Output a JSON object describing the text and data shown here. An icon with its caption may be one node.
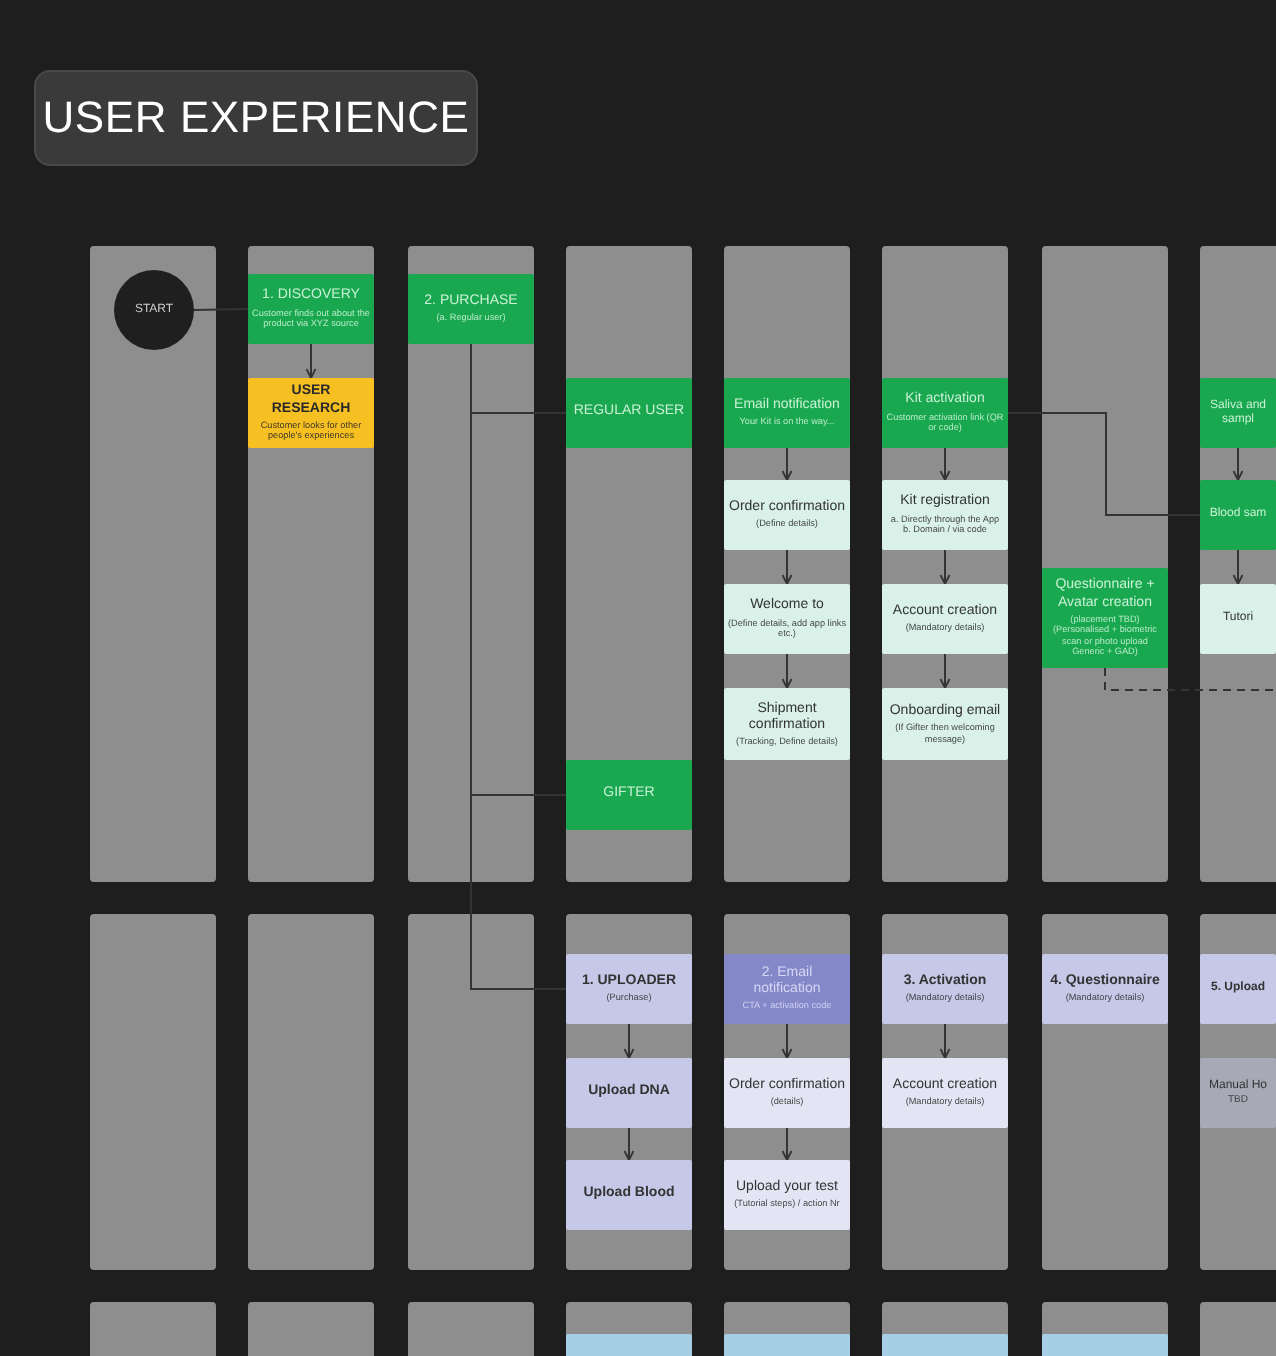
{
  "diagram": {
    "title": "USER EXPERIENCE",
    "nodes": [
      {
        "text": [
          "START"
        ]
      },
      {
        "text": [
          "1. DISCOVERY",
          "Customer finds out about the product via XYZ source"
        ]
      },
      {
        "text": [
          "USER RESEARCH",
          "Customer looks for other people's experiences"
        ]
      },
      {
        "text": [
          "2. PURCHASE",
          "(a. Regular user)"
        ]
      },
      {
        "text": [
          "REGULAR USER"
        ]
      },
      {
        "text": [
          "GIFTER"
        ]
      },
      {
        "text": [
          "Email notification",
          "Your Kit is on the way..."
        ]
      },
      {
        "text": [
          "Order confirmation",
          "(Define details)"
        ]
      },
      {
        "text": [
          "Welcome to",
          "(Define details, add app links etc.)"
        ]
      },
      {
        "text": [
          "Shipment confirmation",
          "(Tracking, Define details)"
        ]
      },
      {
        "text": [
          "Kit activation",
          "Customer activation link (QR or code)"
        ]
      },
      {
        "text": [
          "Kit registration",
          "a. Directly through the App b. Domain / via code"
        ]
      },
      {
        "text": [
          "Account creation",
          "(Mandatory details)"
        ]
      },
      {
        "text": [
          "Onboarding email",
          "(If Gifter then welcoming message)"
        ]
      },
      {
        "text": [
          "Questionnaire + Avatar creation",
          "(placement TBD) (Personalised + biometric scan or photo upload Generic + GAD)"
        ]
      },
      {
        "text": [
          "Saliva and sampl"
        ]
      },
      {
        "text": [
          "Blood sam"
        ]
      },
      {
        "text": [
          "Tutori"
        ]
      },
      {
        "text": [
          "1. UPLOADER",
          "(Purchase)"
        ]
      },
      {
        "text": [
          "Upload DNA"
        ]
      },
      {
        "text": [
          "Upload Blood"
        ]
      },
      {
        "text": [
          "2. Email notification",
          "CTA + activation code"
        ]
      },
      {
        "text": [
          "Order confirmation",
          "(details)"
        ]
      },
      {
        "text": [
          "Upload your test",
          "(Tutorial steps) / action Nr"
        ]
      },
      {
        "text": [
          "3. Activation",
          "(Mandatory details)"
        ]
      },
      {
        "text": [
          "Account creation",
          "(Mandatory details)"
        ]
      },
      {
        "text": [
          "4. Questionnaire",
          "(Mandatory details)"
        ]
      },
      {
        "text": [
          "5. Upload"
        ]
      },
      {
        "text": [
          "Manual Ho",
          "TBD"
        ]
      },
      {
        "text": [],
        "shape": "box"
      },
      {
        "text": [],
        "shape": "box"
      },
      {
        "text": [],
        "shape": "box"
      },
      {
        "text": [],
        "shape": "box"
      }
    ],
    "edges": [
      {
        "from": 0,
        "to": 1,
        "arrow": "none"
      },
      {
        "from": 1,
        "to": 2,
        "arrow": "to"
      },
      {
        "from": 3,
        "to": 4,
        "arrow": "none"
      },
      {
        "from": 3,
        "to": 5,
        "arrow": "none"
      },
      {
        "from": 3,
        "to": 18,
        "arrow": "none"
      },
      {
        "from": 6,
        "to": 7,
        "arrow": "to"
      },
      {
        "from": 7,
        "to": 8,
        "arrow": "to"
      },
      {
        "from": 8,
        "to": 9,
        "arrow": "to"
      },
      {
        "from": 10,
        "to": 11,
        "arrow": "to"
      },
      {
        "from": 11,
        "to": 12,
        "arrow": "to"
      },
      {
        "from": 12,
        "to": 13,
        "arrow": "to"
      },
      {
        "from": 10,
        "to": 16,
        "arrow": "none"
      },
      {
        "from": 14,
        "to": null,
        "arrow": "none",
        "style": "dashed"
      },
      {
        "from": 15,
        "to": 16,
        "arrow": "to"
      },
      {
        "from": 16,
        "to": 17,
        "arrow": "to"
      },
      {
        "from": 18,
        "to": 19,
        "arrow": "to"
      },
      {
        "from": 19,
        "to": 20,
        "arrow": "to"
      },
      {
        "from": 21,
        "to": 22,
        "arrow": "to"
      },
      {
        "from": 22,
        "to": 23,
        "arrow": "to"
      },
      {
        "from": 24,
        "to": 25,
        "arrow": "to"
      }
    ]
  }
}
